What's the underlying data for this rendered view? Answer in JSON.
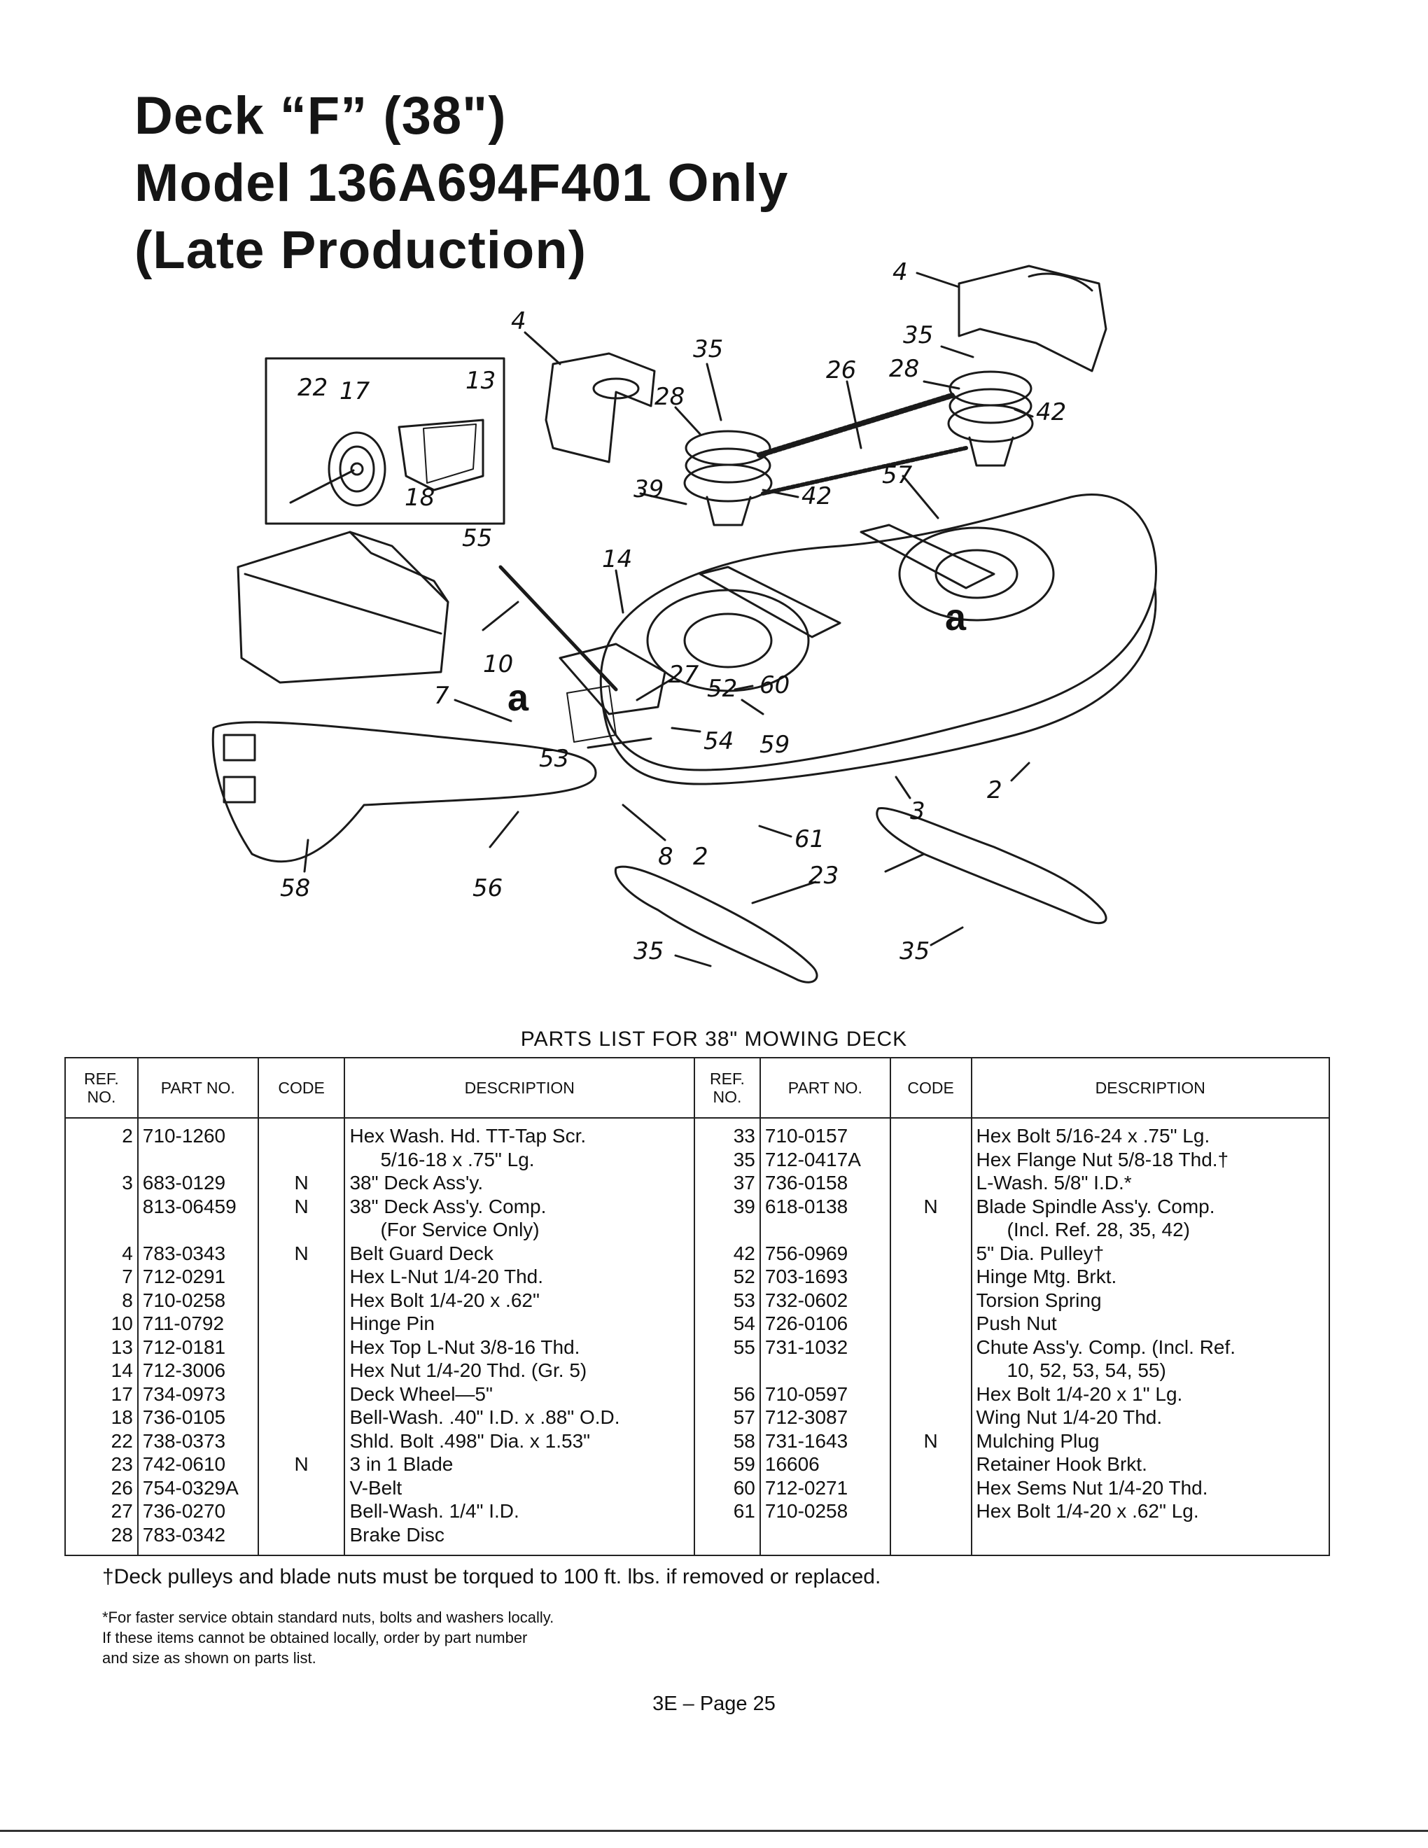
{
  "header": {
    "title_lines": [
      "Deck “F” (38\")",
      "Model 136A694F401 Only",
      "(Late Production)"
    ]
  },
  "diagram": {
    "callouts": [
      "4",
      "22",
      "17",
      "13",
      "18",
      "55",
      "35",
      "28",
      "26",
      "39",
      "42",
      "14",
      "10",
      "7",
      "27",
      "52",
      "60",
      "54",
      "59",
      "53",
      "57",
      "2",
      "3",
      "8",
      "61",
      "23",
      "58",
      "56",
      "a"
    ]
  },
  "parts_list": {
    "title": "PARTS LIST FOR 38\" MOWING DECK",
    "headers": [
      "REF. NO.",
      "PART NO.",
      "CODE",
      "DESCRIPTION",
      "REF. NO.",
      "PART NO.",
      "CODE",
      "DESCRIPTION"
    ],
    "left": [
      {
        "ref": "2",
        "part": "710-1260",
        "code": "",
        "desc": "Hex Wash. Hd. TT-Tap Scr."
      },
      {
        "ref": "",
        "part": "",
        "code": "",
        "desc": "5/16-18 x .75\" Lg."
      },
      {
        "ref": "3",
        "part": "683-0129",
        "code": "N",
        "desc": "38\" Deck Ass'y."
      },
      {
        "ref": "",
        "part": "813-06459",
        "code": "N",
        "desc": "38\" Deck Ass'y. Comp."
      },
      {
        "ref": "",
        "part": "",
        "code": "",
        "desc": "(For Service Only)"
      },
      {
        "ref": "4",
        "part": "783-0343",
        "code": "N",
        "desc": "Belt Guard Deck"
      },
      {
        "ref": "7",
        "part": "712-0291",
        "code": "",
        "desc": "Hex L-Nut 1/4-20 Thd."
      },
      {
        "ref": "8",
        "part": "710-0258",
        "code": "",
        "desc": "Hex Bolt 1/4-20 x .62\""
      },
      {
        "ref": "10",
        "part": "711-0792",
        "code": "",
        "desc": "Hinge Pin"
      },
      {
        "ref": "13",
        "part": "712-0181",
        "code": "",
        "desc": "Hex Top L-Nut 3/8-16 Thd."
      },
      {
        "ref": "14",
        "part": "712-3006",
        "code": "",
        "desc": "Hex Nut 1/4-20 Thd. (Gr. 5)"
      },
      {
        "ref": "17",
        "part": "734-0973",
        "code": "",
        "desc": "Deck Wheel—5\""
      },
      {
        "ref": "18",
        "part": "736-0105",
        "code": "",
        "desc": "Bell-Wash. .40\" I.D. x .88\" O.D."
      },
      {
        "ref": "22",
        "part": "738-0373",
        "code": "",
        "desc": "Shld. Bolt .498\" Dia. x 1.53\""
      },
      {
        "ref": "23",
        "part": "742-0610",
        "code": "N",
        "desc": "3 in 1 Blade"
      },
      {
        "ref": "26",
        "part": "754-0329A",
        "code": "",
        "desc": "V-Belt"
      },
      {
        "ref": "27",
        "part": "736-0270",
        "code": "",
        "desc": "Bell-Wash. 1/4\" I.D."
      },
      {
        "ref": "28",
        "part": "783-0342",
        "code": "",
        "desc": "Brake Disc"
      }
    ],
    "right": [
      {
        "ref": "33",
        "part": "710-0157",
        "code": "",
        "desc": "Hex Bolt 5/16-24 x .75\" Lg."
      },
      {
        "ref": "35",
        "part": "712-0417A",
        "code": "",
        "desc": "Hex Flange Nut 5/8-18 Thd.†"
      },
      {
        "ref": "37",
        "part": "736-0158",
        "code": "",
        "desc": "L-Wash. 5/8\" I.D.*"
      },
      {
        "ref": "39",
        "part": "618-0138",
        "code": "N",
        "desc": "Blade Spindle Ass'y. Comp."
      },
      {
        "ref": "",
        "part": "",
        "code": "",
        "desc": "(Incl. Ref. 28, 35, 42)"
      },
      {
        "ref": "42",
        "part": "756-0969",
        "code": "",
        "desc": "5\" Dia. Pulley†"
      },
      {
        "ref": "52",
        "part": "703-1693",
        "code": "",
        "desc": "Hinge Mtg. Brkt."
      },
      {
        "ref": "53",
        "part": "732-0602",
        "code": "",
        "desc": "Torsion Spring"
      },
      {
        "ref": "54",
        "part": "726-0106",
        "code": "",
        "desc": "Push Nut"
      },
      {
        "ref": "55",
        "part": "731-1032",
        "code": "",
        "desc": "Chute Ass'y. Comp. (Incl. Ref."
      },
      {
        "ref": "",
        "part": "",
        "code": "",
        "desc": "10, 52, 53, 54, 55)"
      },
      {
        "ref": "56",
        "part": "710-0597",
        "code": "",
        "desc": "Hex Bolt 1/4-20 x 1\" Lg."
      },
      {
        "ref": "57",
        "part": "712-3087",
        "code": "",
        "desc": "Wing Nut 1/4-20 Thd."
      },
      {
        "ref": "58",
        "part": "731-1643",
        "code": "N",
        "desc": "Mulching Plug"
      },
      {
        "ref": "59",
        "part": "16606",
        "code": "",
        "desc": "Retainer Hook Brkt."
      },
      {
        "ref": "60",
        "part": "712-0271",
        "code": "",
        "desc": "Hex Sems Nut 1/4-20 Thd."
      },
      {
        "ref": "61",
        "part": "710-0258",
        "code": "",
        "desc": "Hex Bolt 1/4-20 x .62\" Lg."
      }
    ]
  },
  "notes": {
    "torque": "†Deck pulleys and blade nuts must be torqued to 100 ft. lbs. if removed or replaced.",
    "service_lines": [
      "*For faster service obtain standard nuts, bolts and washers locally.",
      "If these items cannot be obtained locally, order by part number",
      "and size as shown on parts list."
    ]
  },
  "footer": {
    "page": "3E – Page 25"
  }
}
